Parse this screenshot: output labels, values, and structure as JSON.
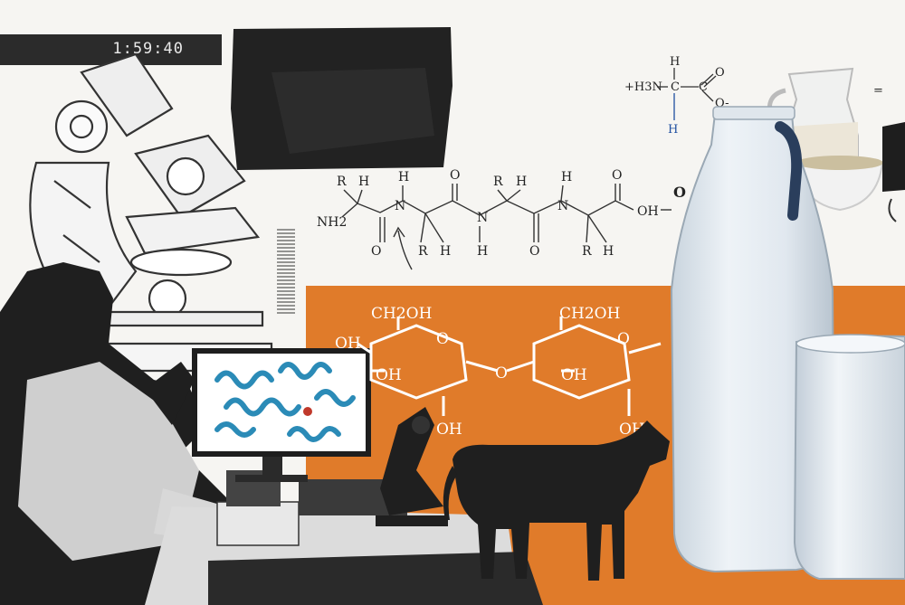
{
  "timer": {
    "text": "1:59:40"
  },
  "peptide": {
    "r": "R",
    "h": "H",
    "o": "O",
    "n": "N",
    "nh2": "NH2",
    "oh": "OH",
    "dot": "O"
  },
  "amino_acid": {
    "h3n": "+H3N",
    "c": "C",
    "h_top": "H",
    "h_bottom": "H",
    "o_top": "O",
    "o_minus": "O-",
    "equals": "="
  },
  "lactose": {
    "ch2oh": "CH2OH",
    "oh": "OH",
    "o": "O"
  },
  "colors": {
    "orange": "#e07b2a",
    "dark": "#1f1f1f",
    "protein_blue": "#2b8bb7",
    "accent_blue": "#1f4fa0",
    "milk": "#e4ecf2"
  },
  "icons": [
    "microscope-icon",
    "cow-icon",
    "milk-bottle-icon",
    "glass-of-milk-icon",
    "milk-jug-icon",
    "scientist-icon",
    "monitor-icon"
  ]
}
